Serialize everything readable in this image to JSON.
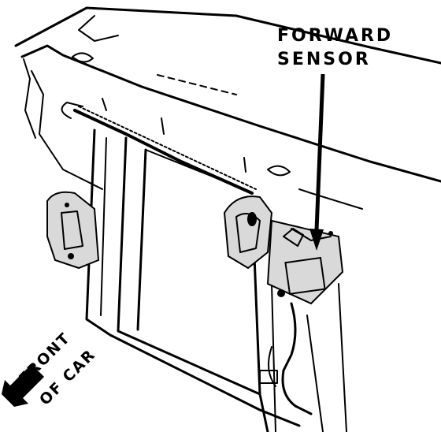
{
  "diagram": {
    "callout": {
      "line1": "FORWARD",
      "line2": "SENSOR"
    },
    "direction": {
      "line1": "FRONT",
      "line2": "OF CAR"
    }
  }
}
